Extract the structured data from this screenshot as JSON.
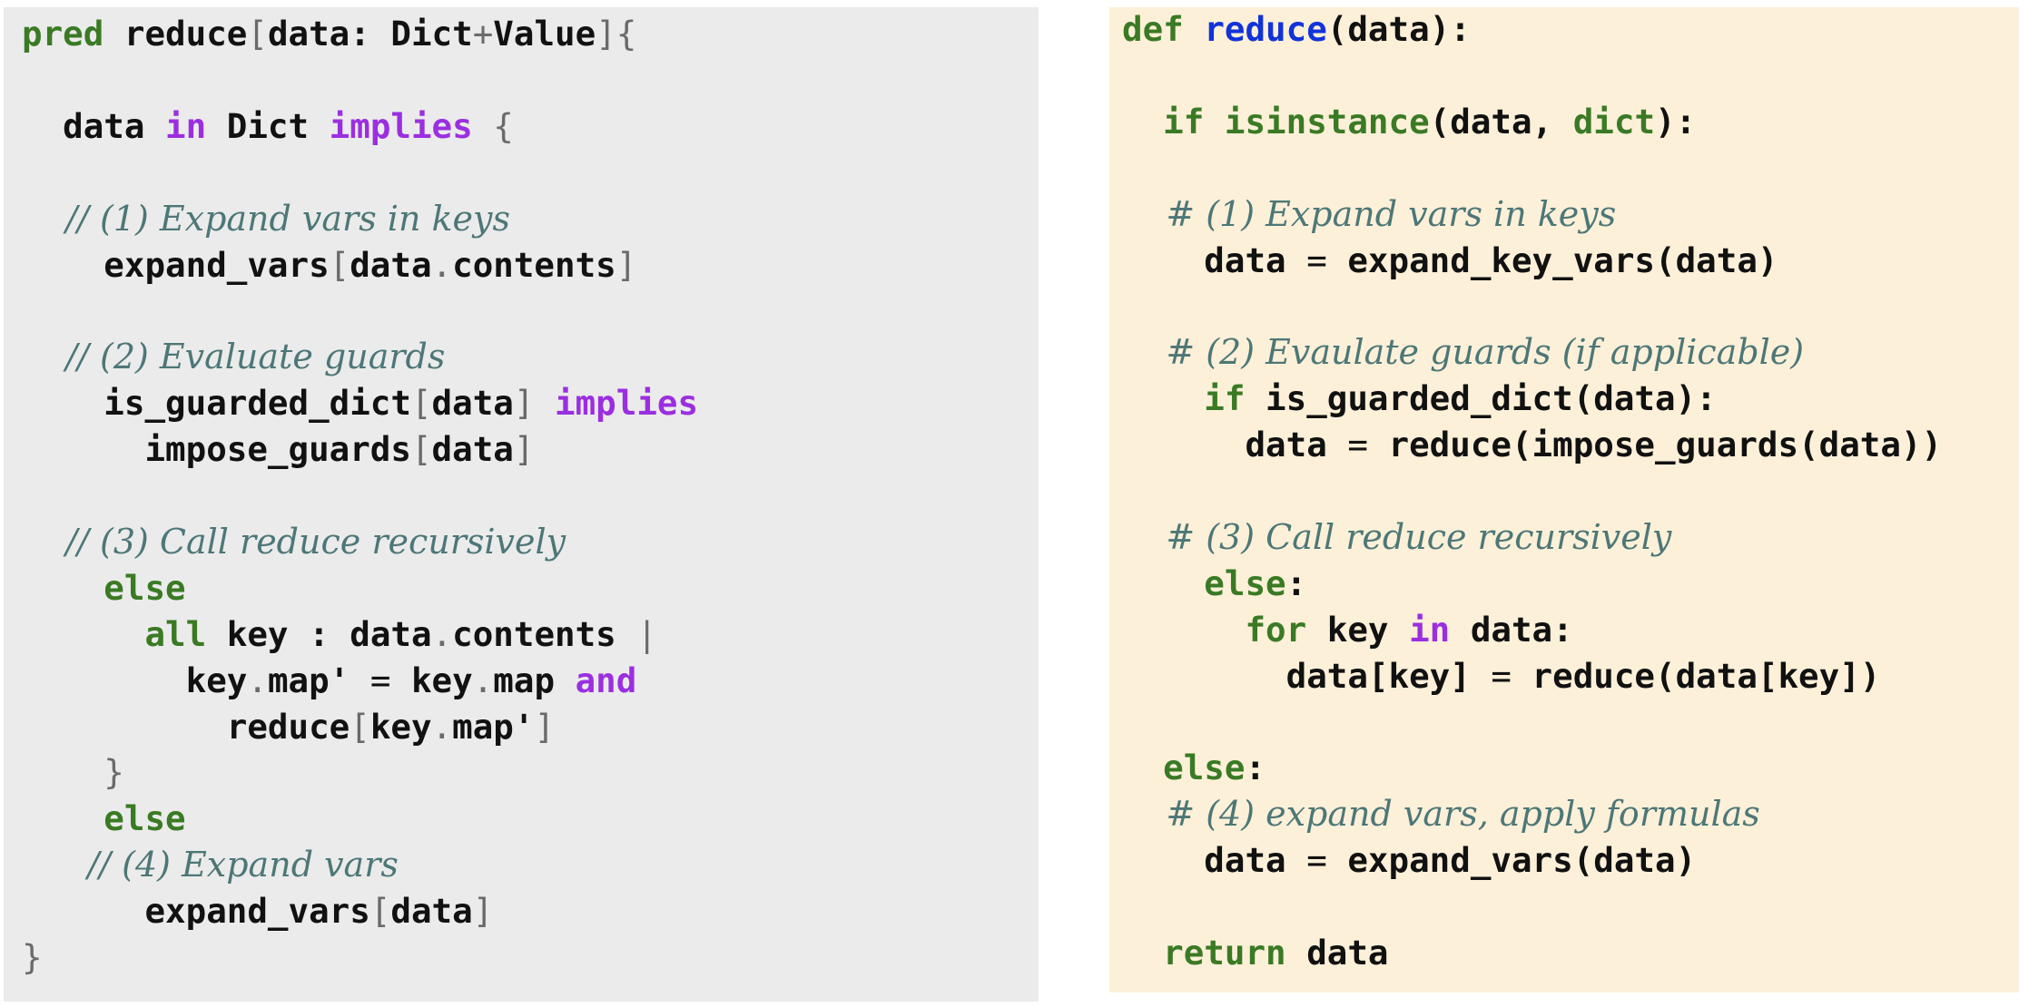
{
  "colors": {
    "left_background": "#ebebeb",
    "right_background": "#fcf0d9",
    "keyword_green": "#3a7a24",
    "keyword_purple": "#9b2fe0",
    "function_blue": "#1233d9",
    "punctuation_gray": "#6a6a6a",
    "comment_teal": "#4d7777",
    "text": "#111111"
  },
  "left_code": {
    "language": "alloy",
    "lines": [
      [
        [
          "kw-green",
          "pred"
        ],
        [
          "plain",
          " reduce"
        ],
        [
          "punct",
          "["
        ],
        [
          "plain",
          "data: Dict"
        ],
        [
          "punct",
          "+"
        ],
        [
          "plain",
          "Value"
        ],
        [
          "punct",
          "]{"
        ]
      ],
      [],
      [
        [
          "plain",
          "  data "
        ],
        [
          "kw-purple",
          "in"
        ],
        [
          "plain",
          " Dict "
        ],
        [
          "kw-purple",
          "implies"
        ],
        [
          "plain",
          " "
        ],
        [
          "punct",
          "{"
        ]
      ],
      [],
      [
        [
          "comment",
          "    // (1) Expand vars in keys"
        ]
      ],
      [
        [
          "plain",
          "    expand_vars"
        ],
        [
          "punct",
          "["
        ],
        [
          "plain",
          "data"
        ],
        [
          "punct",
          "."
        ],
        [
          "plain",
          "contents"
        ],
        [
          "punct",
          "]"
        ]
      ],
      [],
      [
        [
          "comment",
          "    // (2) Evaluate guards"
        ]
      ],
      [
        [
          "plain",
          "    is_guarded_dict"
        ],
        [
          "punct",
          "["
        ],
        [
          "plain",
          "data"
        ],
        [
          "punct",
          "]"
        ],
        [
          "plain",
          " "
        ],
        [
          "kw-purple",
          "implies"
        ]
      ],
      [
        [
          "plain",
          "      impose_guards"
        ],
        [
          "punct",
          "["
        ],
        [
          "plain",
          "data"
        ],
        [
          "punct",
          "]"
        ]
      ],
      [],
      [
        [
          "comment",
          "    // (3) Call reduce recursively"
        ]
      ],
      [
        [
          "kw-green",
          "    else"
        ]
      ],
      [
        [
          "kw-green",
          "      all"
        ],
        [
          "plain",
          " key : data"
        ],
        [
          "punct",
          "."
        ],
        [
          "plain",
          "contents "
        ],
        [
          "punct",
          "|"
        ]
      ],
      [
        [
          "plain",
          "        key"
        ],
        [
          "punct",
          "."
        ],
        [
          "plain",
          "map' "
        ],
        [
          "op",
          "="
        ],
        [
          "plain",
          " key"
        ],
        [
          "punct",
          "."
        ],
        [
          "plain",
          "map "
        ],
        [
          "kw-purple",
          "and"
        ]
      ],
      [
        [
          "plain",
          "          reduce"
        ],
        [
          "punct",
          "["
        ],
        [
          "plain",
          "key"
        ],
        [
          "punct",
          "."
        ],
        [
          "plain",
          "map'"
        ],
        [
          "punct",
          "]"
        ]
      ],
      [
        [
          "punct",
          "    }"
        ]
      ],
      [
        [
          "kw-green",
          "    else"
        ]
      ],
      [
        [
          "comment",
          "      // (4) Expand vars"
        ]
      ],
      [
        [
          "plain",
          "      expand_vars"
        ],
        [
          "punct",
          "["
        ],
        [
          "plain",
          "data"
        ],
        [
          "punct",
          "]"
        ]
      ],
      [
        [
          "punct",
          "}"
        ]
      ]
    ]
  },
  "right_code": {
    "language": "python",
    "lines": [
      [
        [
          "kw-green",
          "def"
        ],
        [
          "plain",
          " "
        ],
        [
          "fn-blue",
          "reduce"
        ],
        [
          "plain",
          "(data):"
        ]
      ],
      [],
      [
        [
          "kw-green",
          "  if"
        ],
        [
          "plain",
          " "
        ],
        [
          "kw-green",
          "isinstance"
        ],
        [
          "plain",
          "(data, "
        ],
        [
          "kw-green",
          "dict"
        ],
        [
          "plain",
          "):"
        ]
      ],
      [],
      [
        [
          "comment",
          "    # (1) Expand vars in keys"
        ]
      ],
      [
        [
          "plain",
          "    data "
        ],
        [
          "op",
          "="
        ],
        [
          "plain",
          " expand_key_vars(data)"
        ]
      ],
      [],
      [
        [
          "comment",
          "    # (2) Evaulate guards (if applicable)"
        ]
      ],
      [
        [
          "kw-green",
          "    if"
        ],
        [
          "plain",
          " is_guarded_dict(data):"
        ]
      ],
      [
        [
          "plain",
          "      data "
        ],
        [
          "op",
          "="
        ],
        [
          "plain",
          " reduce(impose_guards(data))"
        ]
      ],
      [],
      [
        [
          "comment",
          "    # (3) Call reduce recursively"
        ]
      ],
      [
        [
          "kw-green",
          "    else"
        ],
        [
          "plain",
          ":"
        ]
      ],
      [
        [
          "kw-green",
          "      for"
        ],
        [
          "plain",
          " key "
        ],
        [
          "kw-purple",
          "in"
        ],
        [
          "plain",
          " data:"
        ]
      ],
      [
        [
          "plain",
          "        data[key] "
        ],
        [
          "op",
          "="
        ],
        [
          "plain",
          " reduce(data[key])"
        ]
      ],
      [],
      [
        [
          "kw-green",
          "  else"
        ],
        [
          "plain",
          ":"
        ]
      ],
      [
        [
          "comment",
          "    # (4) expand vars, apply formulas"
        ]
      ],
      [
        [
          "plain",
          "    data "
        ],
        [
          "op",
          "="
        ],
        [
          "plain",
          " expand_vars(data)"
        ]
      ],
      [],
      [
        [
          "kw-green",
          "  return"
        ],
        [
          "plain",
          " data"
        ]
      ]
    ]
  }
}
